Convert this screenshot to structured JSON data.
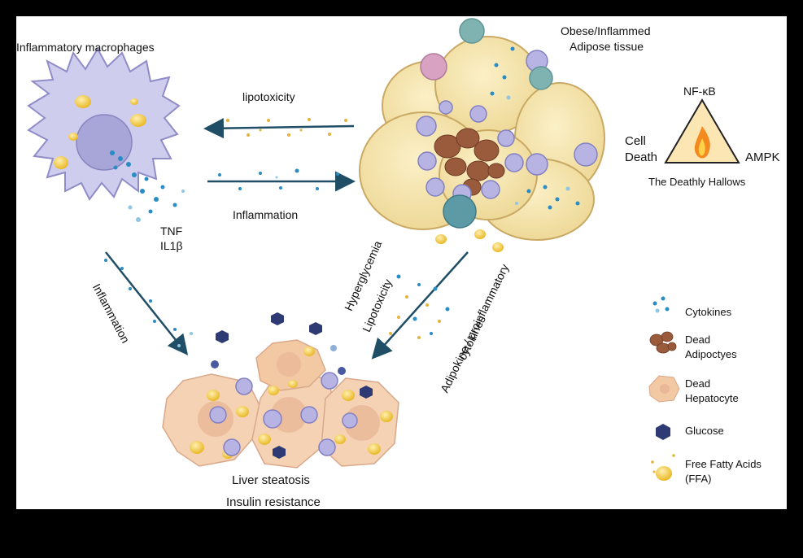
{
  "labels": {
    "macrophages": "Inflammatory macrophages",
    "adipose_line1": "Obese/Inflammed",
    "adipose_line2": "Adipose tissue",
    "lipotoxicity": "lipotoxicity",
    "inflammation_center": "Inflammation",
    "tnf": "TNF",
    "il1b": "IL1β",
    "inflammation_diag": "Inflammation",
    "hyperglycemia": "Hyperglycemia",
    "lipotoxicity_diag": "Lipotoxicity",
    "adipokine_line1": "Adipokine / proinflammatory",
    "adipokine_line2": "cytokines",
    "liver_steatosis": "Liver steatosis",
    "insulin_resistance": "Insulin resistance"
  },
  "triangle": {
    "top": "NF-κB",
    "left_line1": "Cell",
    "left_line2": "Death",
    "right": "AMPK",
    "caption": "The Deathly Hallows"
  },
  "legend": [
    {
      "icon": "cytokines-icon",
      "label": "Cytokines"
    },
    {
      "icon": "dead-adipocytes-icon",
      "label_line1": "Dead",
      "label_line2": "Adipoctyes"
    },
    {
      "icon": "dead-hepatocyte-icon",
      "label_line1": "Dead",
      "label_line2": "Hepatocyte"
    },
    {
      "icon": "glucose-icon",
      "label": "Glucose"
    },
    {
      "icon": "ffa-icon",
      "label_line1": "Free Fatty Acids",
      "label_line2": "(FFA)"
    }
  ],
  "colors": {
    "frame": "#000000",
    "arrow": "#1f4e66",
    "cytokine": "#2a8cc4",
    "fat": "#f2c230",
    "adipocyte": "#f6e3a6",
    "macrophage": "#c9c8ea",
    "dead_adipocyte": "#9a5a3c",
    "hepatocyte": "#f5d2b4",
    "glucose": "#2e3a73"
  }
}
